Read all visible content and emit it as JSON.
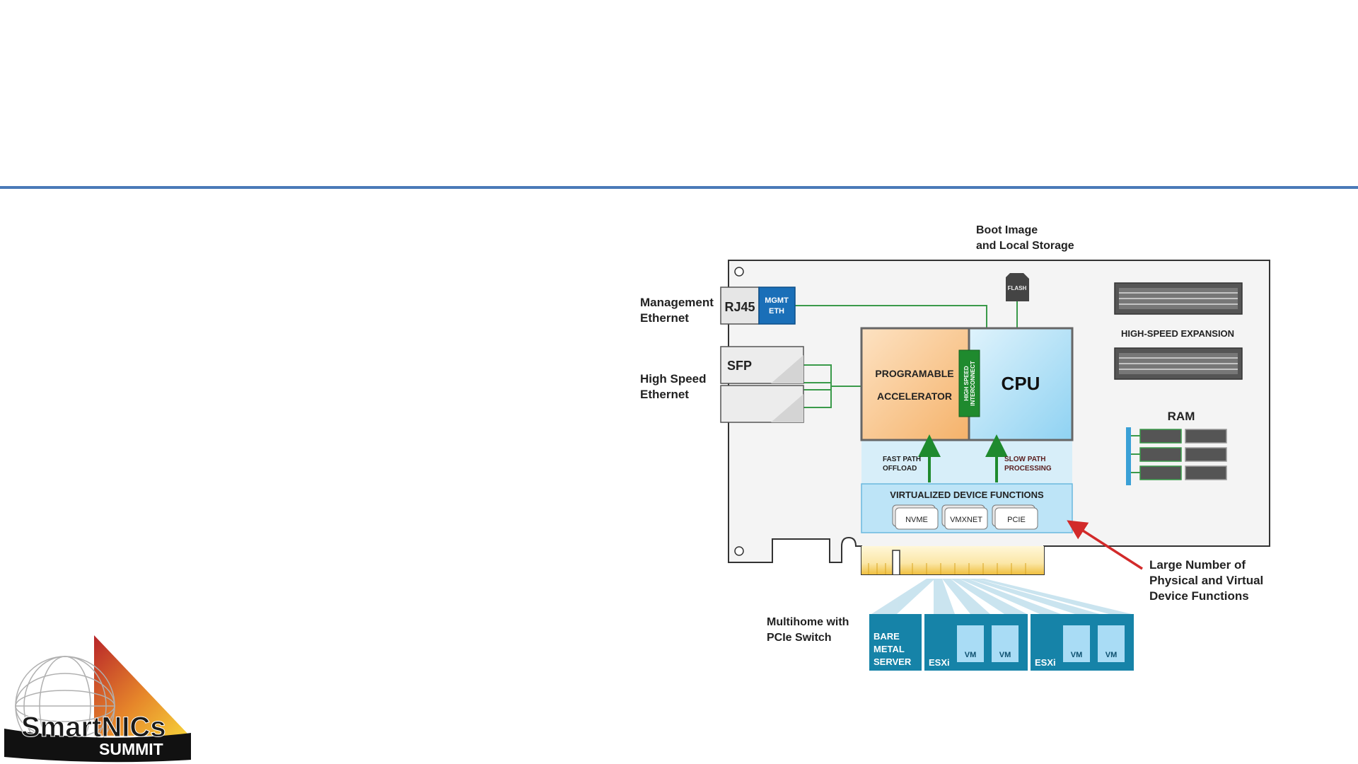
{
  "slide": {
    "accent_color": "#4a7ab8"
  },
  "logo": {
    "line1": "SmartNICs",
    "line2": "SUMMIT"
  },
  "diagram": {
    "labels": {
      "boot_line1": "Boot Image",
      "boot_line2": "and Local Storage",
      "mgmt_line1": "Management",
      "mgmt_line2": "Ethernet",
      "hs_line1": "High Speed",
      "hs_line2": "Ethernet",
      "rj45": "RJ45",
      "mgmt_eth_line1": "MGMT",
      "mgmt_eth_line2": "ETH",
      "sfp": "SFP",
      "flash": "FLASH",
      "accel_line1": "PROGRAMABLE",
      "accel_line2": "ACCELERATOR",
      "interconnect_line1": "HIGH SPEED",
      "interconnect_line2": "INTERCONNECT",
      "cpu": "CPU",
      "hs_expansion": "HIGH-SPEED EXPANSION",
      "ram": "RAM",
      "fast_line1": "FAST PATH",
      "fast_line2": "OFFLOAD",
      "slow_line1": "SLOW PATH",
      "slow_line2": "PROCESSING",
      "vdf_title": "VIRTUALIZED DEVICE FUNCTIONS",
      "nvme": "NVME",
      "vmxnet": "VMXNET",
      "pcie": "PCIE",
      "large_line1": "Large Number of",
      "large_line2": "Physical and Virtual",
      "large_line3": "Device Functions",
      "multi_line1": "Multihome with",
      "multi_line2": "PCIe Switch",
      "bare_line1": "BARE",
      "bare_line2": "METAL",
      "bare_line3": "SERVER",
      "esxi1": "ESXi",
      "esxi2": "ESXi",
      "vm1": "VM",
      "vm2": "VM",
      "vm3": "VM",
      "vm4": "VM"
    },
    "colors": {
      "trace_green": "#3a9a4a",
      "cpu_blue": "#a9dcf5",
      "accel_orange": "#f8c58a",
      "vdf_blue": "#bde4f7",
      "host_teal": "#1683a8",
      "interconnect_green": "#1f8a2e",
      "callout_red": "#d22a2a"
    }
  }
}
